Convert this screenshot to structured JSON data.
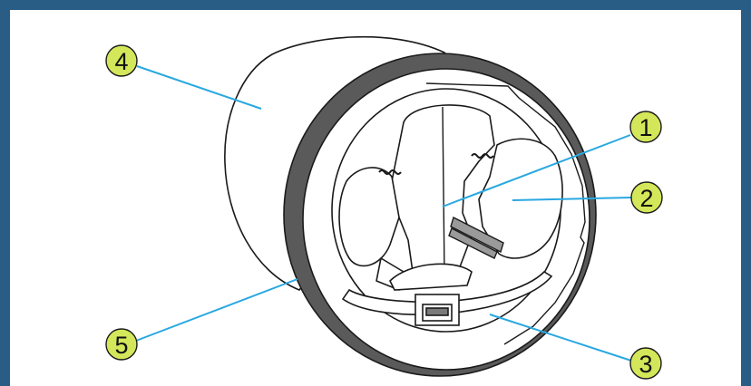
{
  "colors": {
    "frame": "#2a5d86",
    "callout_circle": "#d4e75a",
    "leader_line": "#29a8e0",
    "outline": "#1a1a1a",
    "gasket": "#5a5a5a",
    "hinge": "#7a7a7a"
  },
  "callouts": [
    {
      "id": "c1",
      "label": "1"
    },
    {
      "id": "c2",
      "label": "2"
    },
    {
      "id": "c3",
      "label": "3"
    },
    {
      "id": "c4",
      "label": "4"
    },
    {
      "id": "c5",
      "label": "5"
    }
  ]
}
